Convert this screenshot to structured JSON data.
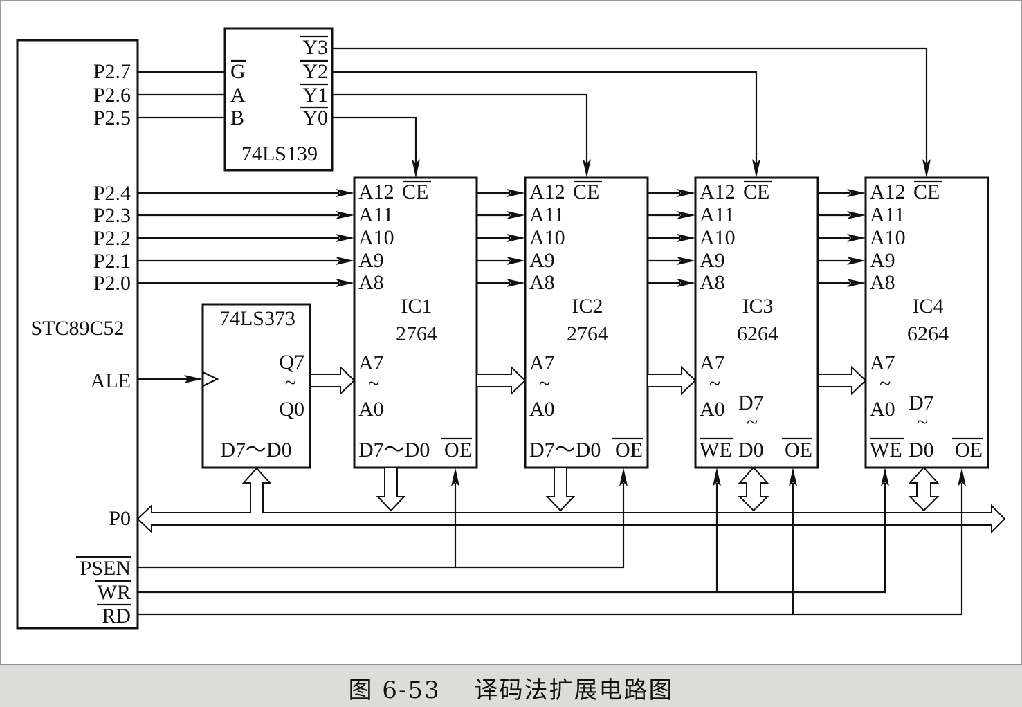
{
  "mcu": {
    "name": "STC89C52",
    "pins": {
      "p27": "P2.7",
      "p26": "P2.6",
      "p25": "P2.5",
      "p24": "P2.4",
      "p23": "P2.3",
      "p22": "P2.2",
      "p21": "P2.1",
      "p20": "P2.0",
      "ale": "ALE",
      "p0": "P0",
      "psen": "PSEN",
      "wr": "WR",
      "rd": "RD"
    }
  },
  "decoder": {
    "name": "74LS139",
    "inputs": {
      "g": "G",
      "a": "A",
      "b": "B"
    },
    "outputs": {
      "y3": "Y3",
      "y2": "Y2",
      "y1": "Y1",
      "y0": "Y0"
    }
  },
  "latch": {
    "name": "74LS373",
    "q7": "Q7",
    "tilde": "~",
    "q0": "Q0",
    "d": "D7～D0"
  },
  "chips": [
    {
      "id": "IC1",
      "part": "2764",
      "ce": "CE",
      "oe": "OE",
      "data": "D7～D0"
    },
    {
      "id": "IC2",
      "part": "2764",
      "ce": "CE",
      "oe": "OE",
      "data": "D7～D0"
    },
    {
      "id": "IC3",
      "part": "6264",
      "ce": "CE",
      "oe": "OE",
      "we": "WE",
      "d7": "D7",
      "d0": "D0"
    },
    {
      "id": "IC4",
      "part": "6264",
      "ce": "CE",
      "oe": "OE",
      "we": "WE",
      "d7": "D7",
      "d0": "D0"
    }
  ],
  "chip_pins": {
    "a12": "A12",
    "a11": "A11",
    "a10": "A10",
    "a9": "A9",
    "a8": "A8",
    "a7": "A7",
    "a0": "A0",
    "tilde": "~"
  },
  "caption": "图 6-53　 译码法扩展电路图"
}
